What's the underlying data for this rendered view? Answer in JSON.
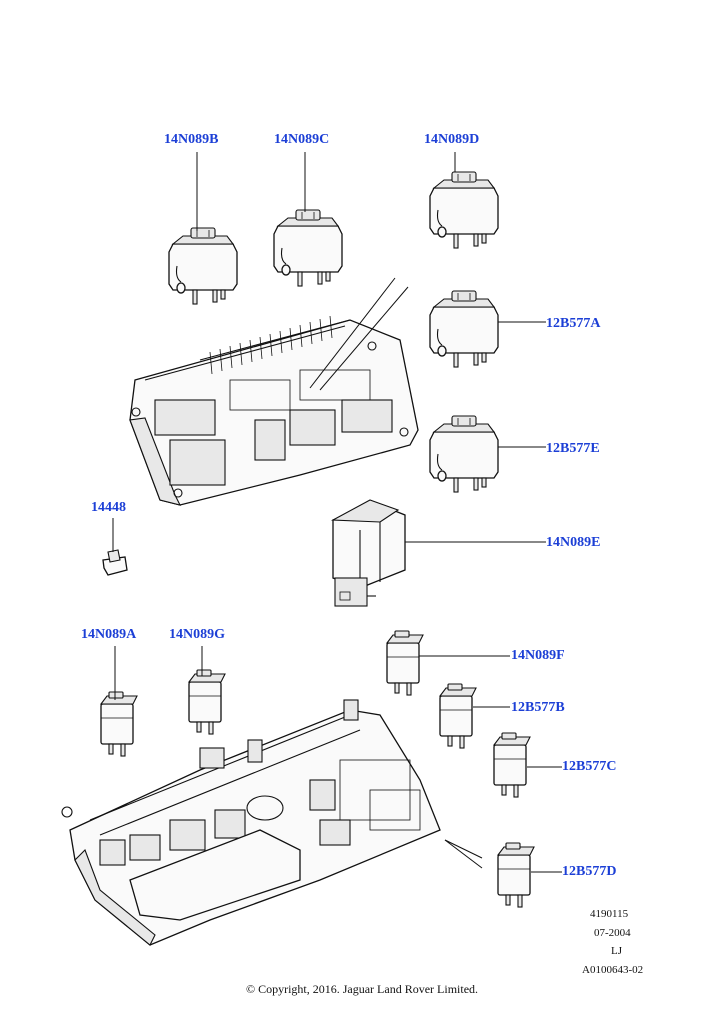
{
  "callouts": {
    "n14n089b": "14N089B",
    "n14n089c": "14N089C",
    "n14n089d": "14N089D",
    "n12b577a": "12B577A",
    "n12b577e": "12B577E",
    "n14448": "14448",
    "n14n089e": "14N089E",
    "n14n089a": "14N089A",
    "n14n089g": "14N089G",
    "n14n089f": "14N089F",
    "n12b577b": "12B577B",
    "n12b577c": "12B577C",
    "n12b577d": "12B577D"
  },
  "meta": {
    "ref_number": "4190115",
    "date": "07-2004",
    "initials": "LJ",
    "drawing_code": "A0100643-02"
  },
  "copyright": "© Copyright, 2016. Jaguar Land Rover Limited.",
  "colors": {
    "callout": "#1c3fd6",
    "line": "#111111"
  }
}
